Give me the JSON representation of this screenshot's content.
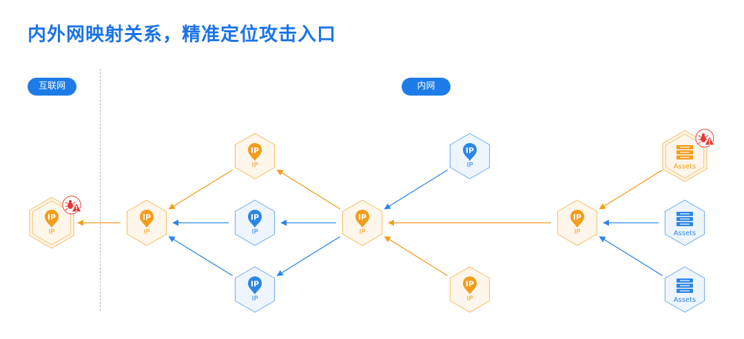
{
  "title": "内外网映射关系，精准定位攻击入口",
  "zones": {
    "internet": "互联网",
    "intranet": "内网"
  },
  "colors": {
    "orange": "#f39c1c",
    "orange_fill": "#fef6ea",
    "blue": "#2b86e6",
    "blue_fill": "#eef5fd",
    "alert": "#e53935",
    "title": "#1a73e8",
    "pill": "#1d7ce8"
  },
  "icons": {
    "ip": "map-pin-icon",
    "assets": "server-stack-icon",
    "alert": "bug-warning-icon"
  },
  "nodes": [
    {
      "id": "entry",
      "kind": "ip",
      "color": "orange",
      "label": "IP",
      "pin": "IP",
      "alert": true,
      "double": true
    },
    {
      "id": "fw",
      "kind": "ip",
      "color": "orange",
      "label": "IP",
      "pin": "IP"
    },
    {
      "id": "b1",
      "kind": "ip",
      "color": "orange",
      "label": "IP",
      "pin": "IP"
    },
    {
      "id": "b2",
      "kind": "ip",
      "color": "blue",
      "label": "IP",
      "pin": "IP"
    },
    {
      "id": "b3",
      "kind": "ip",
      "color": "blue",
      "label": "IP",
      "pin": "IP"
    },
    {
      "id": "hub",
      "kind": "ip",
      "color": "orange",
      "label": "IP",
      "pin": "IP"
    },
    {
      "id": "c1",
      "kind": "ip",
      "color": "blue",
      "label": "IP",
      "pin": "IP"
    },
    {
      "id": "c2",
      "kind": "ip",
      "color": "orange",
      "label": "IP",
      "pin": "IP"
    },
    {
      "id": "gw",
      "kind": "ip",
      "color": "orange",
      "label": "IP",
      "pin": "IP"
    },
    {
      "id": "a1",
      "kind": "assets",
      "color": "orange",
      "label": "Assets",
      "alert": true,
      "double": true
    },
    {
      "id": "a2",
      "kind": "assets",
      "color": "blue",
      "label": "Assets"
    },
    {
      "id": "a3",
      "kind": "assets",
      "color": "blue",
      "label": "Assets"
    }
  ],
  "edges": [
    {
      "from": "fw",
      "to": "entry",
      "color": "orange"
    },
    {
      "from": "b1",
      "to": "fw",
      "color": "orange"
    },
    {
      "from": "b2",
      "to": "fw",
      "color": "blue"
    },
    {
      "from": "b3",
      "to": "fw",
      "color": "blue"
    },
    {
      "from": "hub",
      "to": "b1",
      "color": "orange"
    },
    {
      "from": "hub",
      "to": "b2",
      "color": "blue"
    },
    {
      "from": "hub",
      "to": "b3",
      "color": "blue"
    },
    {
      "from": "c1",
      "to": "hub",
      "color": "blue"
    },
    {
      "from": "gw",
      "to": "hub",
      "color": "orange"
    },
    {
      "from": "c2",
      "to": "hub",
      "color": "orange"
    },
    {
      "from": "a1",
      "to": "gw",
      "color": "orange"
    },
    {
      "from": "a2",
      "to": "gw",
      "color": "blue"
    },
    {
      "from": "a3",
      "to": "gw",
      "color": "blue"
    }
  ]
}
